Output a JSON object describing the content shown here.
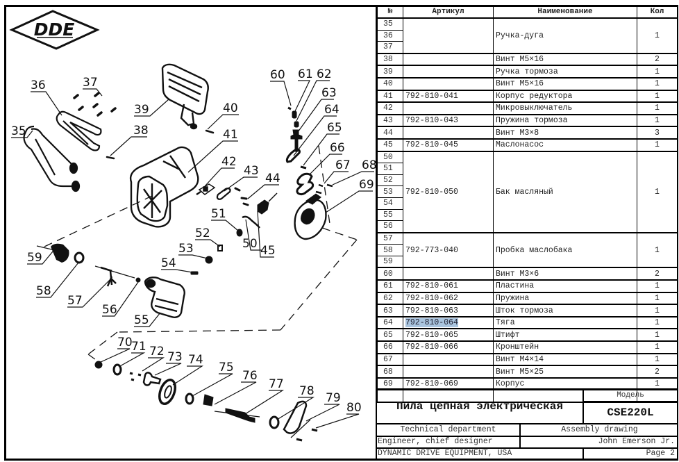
{
  "brand": {
    "logo_text": "DDE"
  },
  "table": {
    "headers": {
      "num": "№",
      "article": "Артикул",
      "name": "Наименование",
      "qty": "Кол"
    },
    "groups": [
      {
        "nums": [
          "35",
          "36",
          "37"
        ],
        "article": "",
        "name": "Ручка-дуга",
        "qty": "1"
      },
      {
        "nums": [
          "38"
        ],
        "article": "",
        "name": "Винт M5×16",
        "qty": "2"
      },
      {
        "nums": [
          "39"
        ],
        "article": "",
        "name": "Ручка тормоза",
        "qty": "1"
      },
      {
        "nums": [
          "40"
        ],
        "article": "",
        "name": "Винт M5×16",
        "qty": "1"
      },
      {
        "nums": [
          "41"
        ],
        "article": "792-810-041",
        "name": "Корпус редуктора",
        "qty": "1"
      },
      {
        "nums": [
          "42"
        ],
        "article": "",
        "name": "Микровыключатель",
        "qty": "1"
      },
      {
        "nums": [
          "43"
        ],
        "article": "792-810-043",
        "name": "Пружина тормоза",
        "qty": "1"
      },
      {
        "nums": [
          "44"
        ],
        "article": "",
        "name": "Винт M3×8",
        "qty": "3"
      },
      {
        "nums": [
          "45"
        ],
        "article": "792-810-045",
        "name": "Маслонасос",
        "qty": "1"
      },
      {
        "nums": [
          "50",
          "51",
          "52",
          "53",
          "54",
          "55",
          "56"
        ],
        "article": "792-810-050",
        "name": "Бак масляный",
        "qty": "1"
      },
      {
        "nums": [
          "57",
          "58",
          "59"
        ],
        "article": "792-773-040",
        "name": "Пробка маслобака",
        "qty": "1"
      },
      {
        "nums": [
          "60"
        ],
        "article": "",
        "name": "Винт M3×6",
        "qty": "2"
      },
      {
        "nums": [
          "61"
        ],
        "article": "792-810-061",
        "name": "Пластина",
        "qty": "1"
      },
      {
        "nums": [
          "62"
        ],
        "article": "792-810-062",
        "name": "Пружина",
        "qty": "1"
      },
      {
        "nums": [
          "63"
        ],
        "article": "792-810-063",
        "name": "Шток тормоза",
        "qty": "1"
      },
      {
        "nums": [
          "64"
        ],
        "article": "792-810-064",
        "name": "Тяга",
        "qty": "1",
        "selected": true
      },
      {
        "nums": [
          "65"
        ],
        "article": "792-810-065",
        "name": "Штифт",
        "qty": "1"
      },
      {
        "nums": [
          "66"
        ],
        "article": "792-810-066",
        "name": "Кронштейн",
        "qty": "1"
      },
      {
        "nums": [
          "67"
        ],
        "article": "",
        "name": "Винт M4×14",
        "qty": "1"
      },
      {
        "nums": [
          "68"
        ],
        "article": "",
        "name": "Винт M5×25",
        "qty": "2"
      },
      {
        "nums": [
          "69"
        ],
        "article": "792-810-069",
        "name": "Корпус",
        "qty": "1"
      },
      {
        "nums": [
          ""
        ],
        "article": "",
        "name": "",
        "qty": ""
      }
    ]
  },
  "title_block": {
    "product_name": "Пила цепная электрическая",
    "model_label": "Модель",
    "model_value": "CSE220L",
    "department": "Technical department",
    "drawing_type": "Assembly drawing",
    "role": "Engineer, chief designer",
    "person": "John Emerson Jr.",
    "company": "DYNAMIC DRIVE EQUIPMENT, USA",
    "page": "Page 2"
  },
  "callouts": [
    "35",
    "36",
    "37",
    "38",
    "39",
    "40",
    "41",
    "42",
    "43",
    "44",
    "45",
    "50",
    "51",
    "52",
    "53",
    "54",
    "55",
    "56",
    "57",
    "58",
    "59",
    "60",
    "61",
    "62",
    "63",
    "64",
    "65",
    "66",
    "67",
    "68",
    "69",
    "70",
    "71",
    "72",
    "73",
    "74",
    "75",
    "76",
    "77",
    "78",
    "79",
    "80"
  ],
  "colors": {
    "selection": "#a9c4de",
    "ink": "#000000"
  }
}
